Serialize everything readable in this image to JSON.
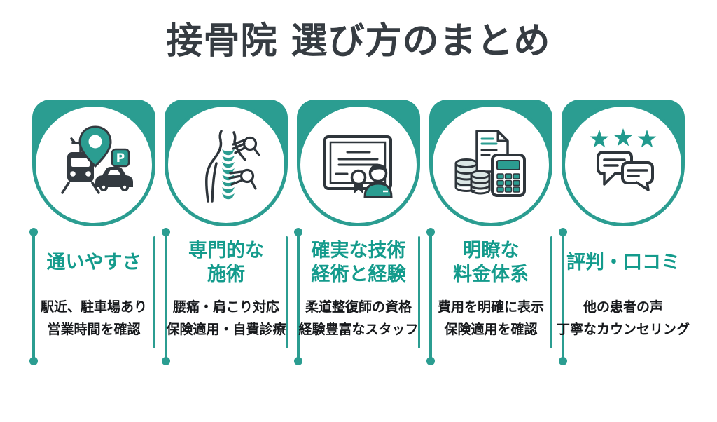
{
  "page": {
    "title": "接骨院 選び方のまとめ"
  },
  "colors": {
    "teal": "#2B9D91",
    "teal_title_text": "#149B8C",
    "charcoal": "#363C42",
    "body_text": "#17191C",
    "background": "#FFFFFF"
  },
  "cards": [
    {
      "id": "access",
      "icon": "train-pin-car-parking-icon",
      "title": "通いやすさ",
      "desc": "駅近、駐車場あり\n営業時間を確認"
    },
    {
      "id": "treatment",
      "icon": "back-spine-massage-icon",
      "title": "専門的な\n施術",
      "desc": "腰痛・肩こり対応\n保険適用・自費診療"
    },
    {
      "id": "qualification",
      "icon": "certificate-practitioner-icon",
      "title": "確実な技術\n経術と経験",
      "desc": "柔道整復師の資格\n経験豊富なスタッフ"
    },
    {
      "id": "pricing",
      "icon": "coins-document-calculator-icon",
      "title": "明瞭な\n料金体系",
      "desc": "費用を明確に表示\n保険適用を確認"
    },
    {
      "id": "reviews",
      "icon": "stars-speech-bubbles-icon",
      "title": "評判・口コミ",
      "desc": "他の患者の声\n丁寧なカウンセリング"
    }
  ]
}
